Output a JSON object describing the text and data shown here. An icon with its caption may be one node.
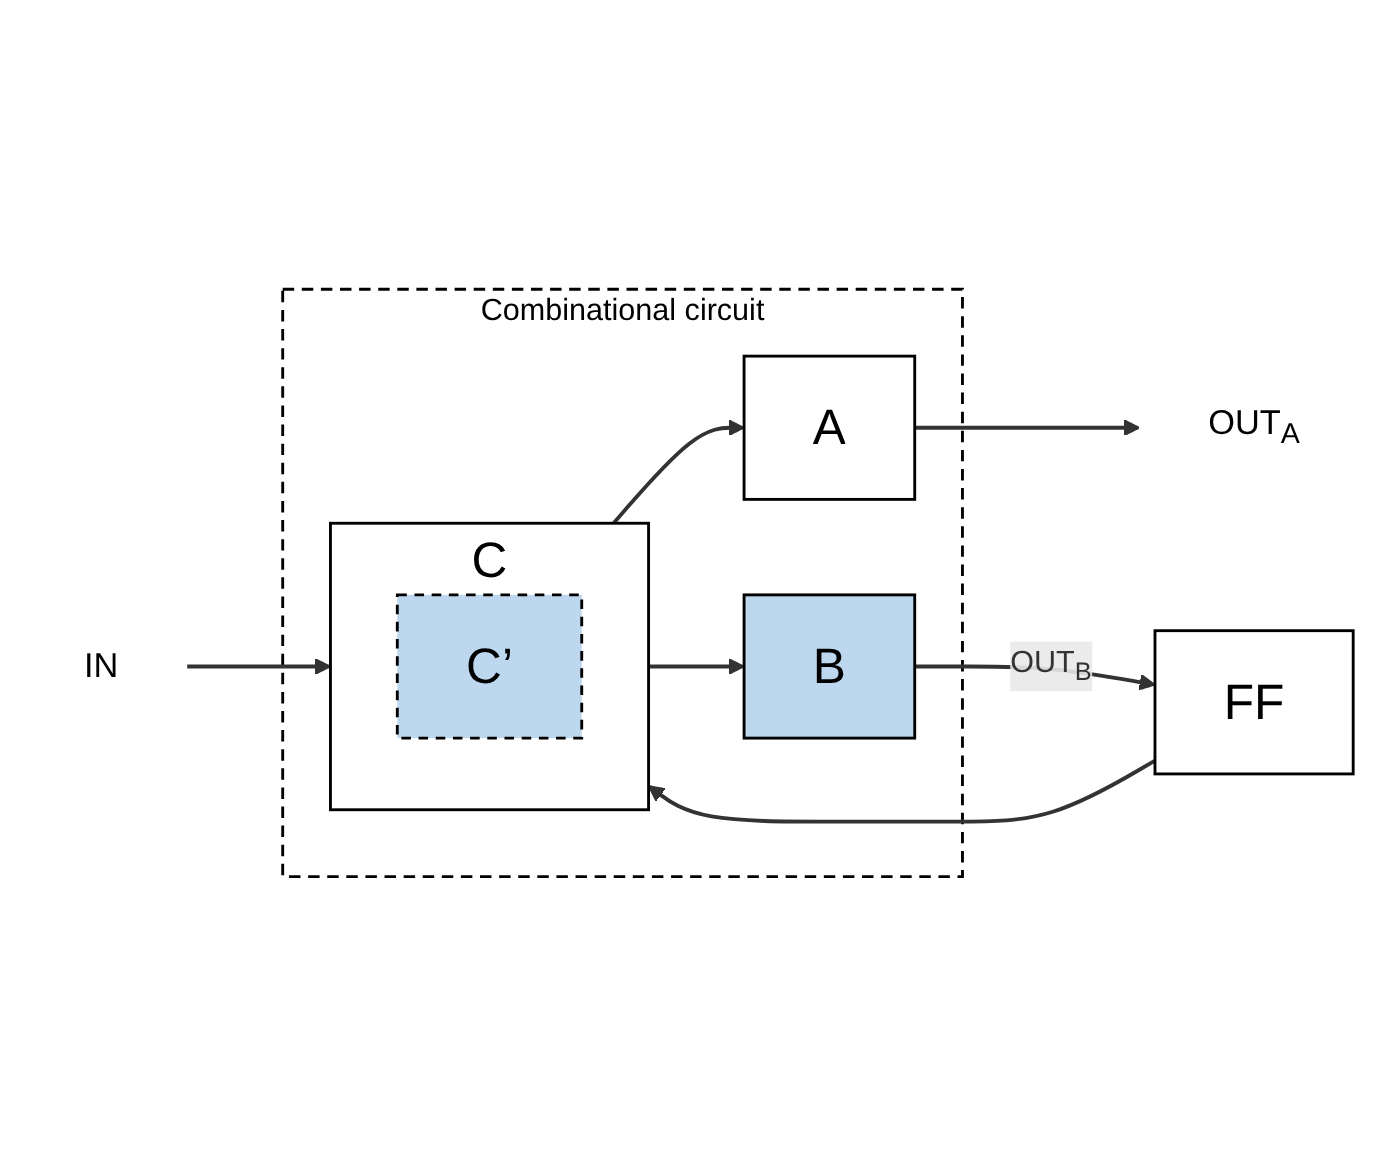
{
  "diagram": {
    "nodes": [
      {
        "text": [
          "Combinational circuit"
        ]
      },
      {
        "text": [
          "IN"
        ]
      },
      {
        "text": [
          "C"
        ],
        "in": 0
      },
      {
        "text": [
          "C’"
        ],
        "in": 2
      },
      {
        "text": [
          "A"
        ],
        "in": 0
      },
      {
        "text": [
          "OUT$_{A}$"
        ]
      },
      {
        "text": [
          "B"
        ],
        "in": 0
      },
      {
        "text": [
          "FF"
        ]
      }
    ],
    "edges": [
      {
        "from": 1,
        "to": 2,
        "arrow": "to"
      },
      {
        "from": 2,
        "to": 4,
        "arrow": "to"
      },
      {
        "from": 4,
        "to": 5,
        "arrow": "to"
      },
      {
        "from": 2,
        "to": 6,
        "arrow": "to"
      },
      {
        "from": 6,
        "to": 7,
        "arrow": "to",
        "label": "OUT$_{B}$"
      },
      {
        "from": 7,
        "to": 2,
        "arrow": "to"
      }
    ]
  }
}
